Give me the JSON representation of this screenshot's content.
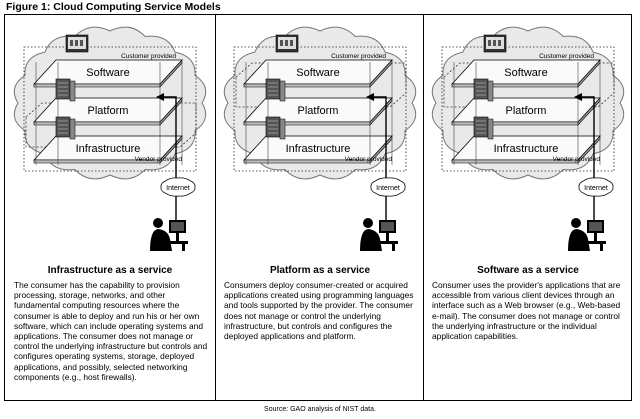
{
  "figure": {
    "title": "Figure 1: Cloud Computing Service Models"
  },
  "layers": {
    "top": "Software",
    "middle": "Platform",
    "bottom": "Infrastructure"
  },
  "providers": {
    "customer": "Customer provided",
    "vendor": "Vendor provided"
  },
  "network": {
    "label": "Internet"
  },
  "panels": [
    {
      "title": "Infrastructure as a service",
      "description": "The consumer has the capability to provision processing, storage, networks, and other fundamental computing resources where the consumer is able to deploy and run his or her own software, which can include operating systems and applications. The consumer does not manage or control the underlying infrastructure but controls and configures operating systems, storage, deployed applications, and possibly, selected networking components (e.g., host firewalls)."
    },
    {
      "title": "Platform as a service",
      "description": "Consumers deploy consumer-created or acquired applications created using programming languages and tools supported by the provider. The consumer does not manage or control the underlying infrastructure, but controls and configures the deployed applications and platform."
    },
    {
      "title": "Software as a service",
      "description": "Consumer uses the provider's applications that are accessible from various client devices through an interface such as a Web browser (e.g., Web-based e-mail). The consumer does not manage or control the underlying infrastructure or the individual application capabilities."
    }
  ],
  "source": "Source: GAO analysis of NIST data."
}
